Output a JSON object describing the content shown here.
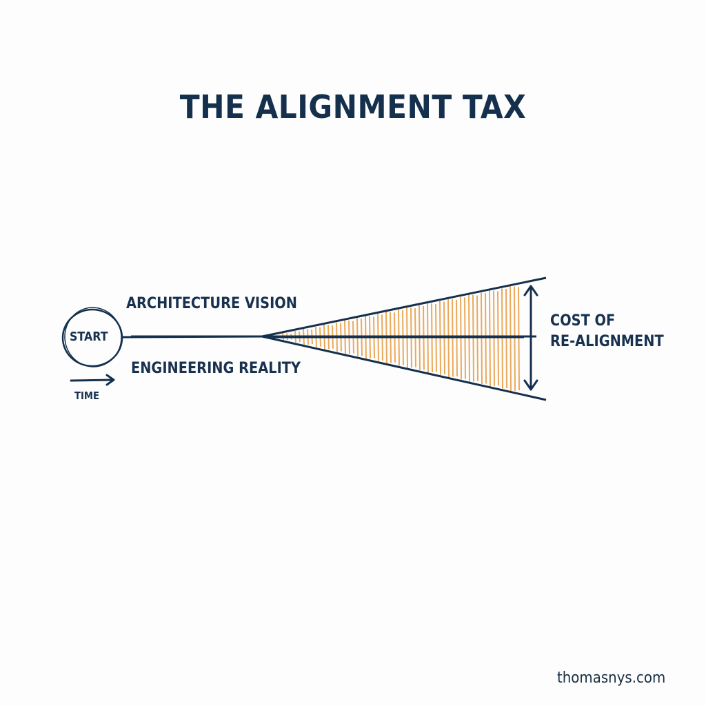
{
  "title": "THE ALIGNMENT TAX",
  "diagram": {
    "start_label": "START",
    "upper_label": "ARCHITECTURE VISION",
    "lower_label": "ENGINEERING REALITY",
    "time_label": "TIME",
    "cost_label_line1": "COST OF",
    "cost_label_line2": "RE-ALIGNMENT",
    "colors": {
      "ink": "#14304d",
      "hatch": "#e8a04a",
      "background": "#fdfdfd"
    },
    "icons": [
      "circle-start-icon",
      "time-arrow-icon",
      "double-arrow-icon"
    ]
  },
  "footer": {
    "site": "thomasnys.com"
  }
}
